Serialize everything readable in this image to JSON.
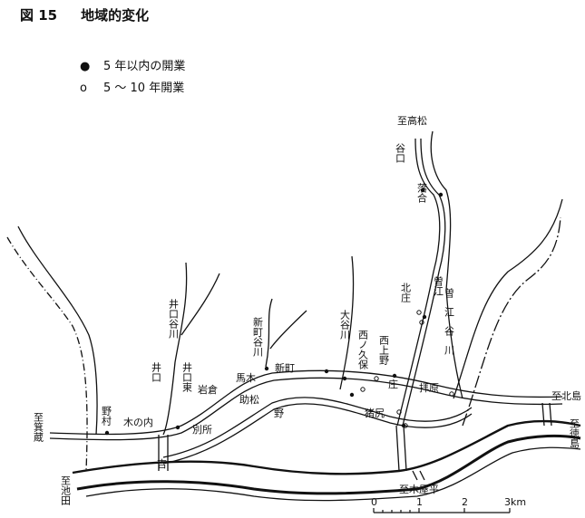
{
  "figure": {
    "number": "図 15",
    "title": "地域的変化"
  },
  "legend": [
    {
      "symbol": "●",
      "label": "5 年以内の開業"
    },
    {
      "symbol": "o",
      "label": "5 ～ 10 年開業"
    }
  ],
  "places": {
    "to_takamatsu": "至高松",
    "taniguchi": "谷口",
    "ochiai": "落合",
    "soe": "曽江",
    "soe_river": "曽江谷川",
    "kitasho": "北庄",
    "nishiueno": "西上野",
    "nishinokubo": "西ノ久保",
    "otani_river": "大谷川",
    "shinmachi_river": "新町谷川",
    "shinmachi": "新町",
    "umaki": "馬木",
    "sukematsu": "助松",
    "no": "野",
    "inojiri": "猪尻",
    "haibara": "拝原",
    "sho": "庄",
    "iguchi_river": "井口谷川",
    "iguchi": "井口",
    "iguchi_higashi": "井口東",
    "iwakura": "岩倉",
    "kinouchi": "木の内",
    "nomura": "野村",
    "bessho": "別所",
    "yoshi": "吉",
    "to_minokura": "至箕蔵",
    "to_ikeda": "至池田",
    "to_kitajima": "至北島",
    "to_tokushima": "至徳島",
    "to_koyadaira": "至木屋平"
  },
  "scale": {
    "ticks": [
      "0",
      "1",
      "2",
      "3km"
    ]
  }
}
